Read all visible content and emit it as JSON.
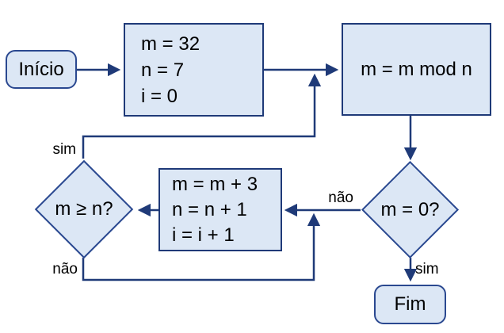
{
  "diagram": {
    "type": "flowchart",
    "nodes": {
      "start": {
        "label": "Início"
      },
      "init": {
        "lines": [
          "m = 32",
          "n = 7",
          "i = 0"
        ]
      },
      "mod": {
        "label": "m = m mod n"
      },
      "decision_m0": {
        "label": "m = 0?"
      },
      "decision_mn": {
        "label": "m ≥ n?"
      },
      "increment": {
        "lines": [
          "m = m + 3",
          "n = n + 1",
          "i = i + 1"
        ]
      },
      "end": {
        "label": "Fim"
      }
    },
    "edge_labels": {
      "mn_sim": "sim",
      "mn_nao": "não",
      "m0_nao": "não",
      "m0_sim": "sim"
    },
    "colors": {
      "node_fill": "#dce7f5",
      "rect_border": "#1f3a78",
      "shape_border": "#2a4890",
      "arrow": "#1f3a78",
      "text": "#000000"
    }
  }
}
